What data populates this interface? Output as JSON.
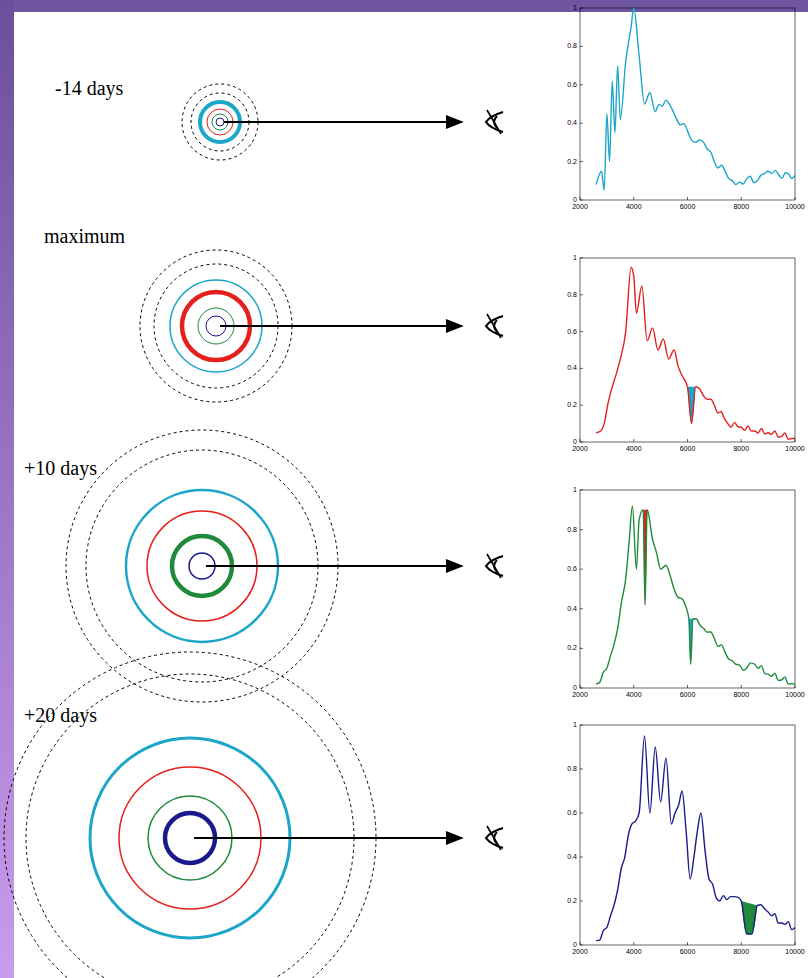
{
  "diagram": {
    "labels": [
      "-14 days",
      "maximum",
      "+10 days",
      "+20 days",
      "1",
      "0.8",
      "0.6",
      "0.4",
      "0.2",
      "0",
      "2000",
      "4000",
      "6000",
      "8000",
      "10000",
      "1",
      "0.8",
      "0.6",
      "0.4",
      "0.2",
      "0",
      "2000",
      "4000",
      "6000",
      "8000",
      "10000",
      "1",
      "0.8",
      "0.6",
      "0.4",
      "0.2",
      "0",
      "2000",
      "4000",
      "6000",
      "8000",
      "10000",
      "1",
      "0.8",
      "0.6",
      "0.4",
      "0.2",
      "0",
      "2000",
      "4000",
      "6000",
      "8000",
      "10000"
    ]
  }
}
